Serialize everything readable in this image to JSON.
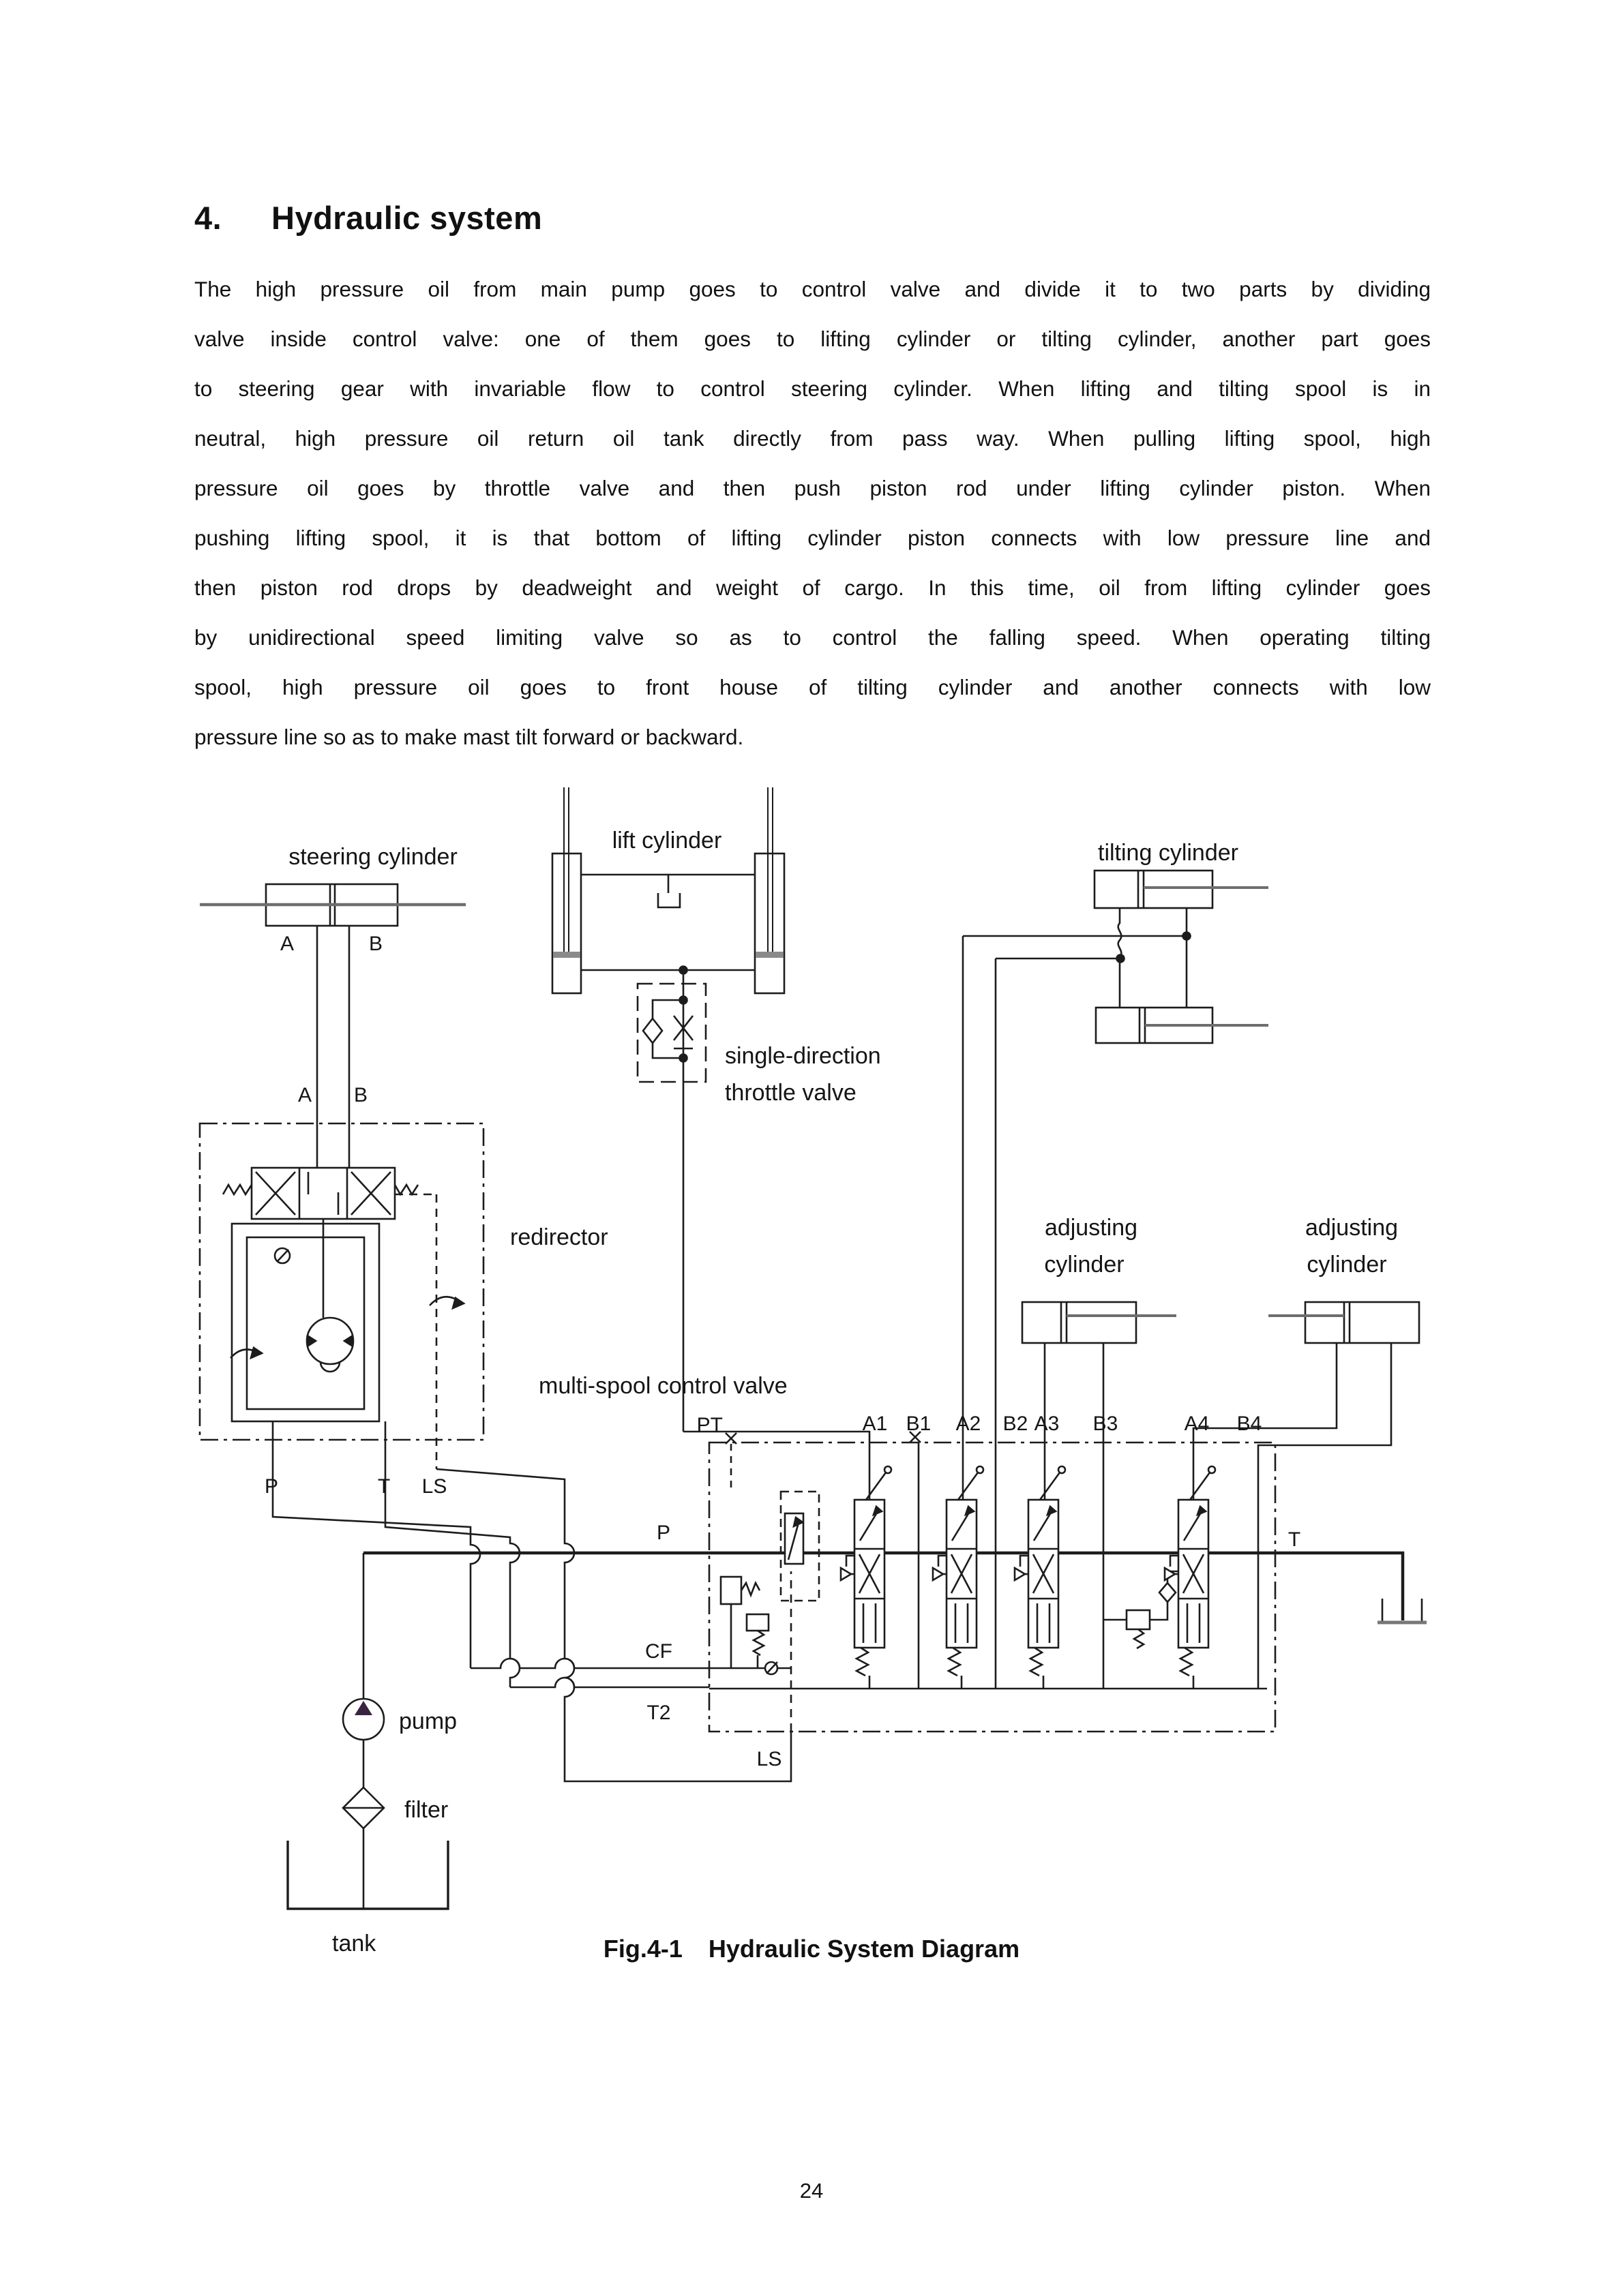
{
  "heading": {
    "number": "4.",
    "title": "Hydraulic system"
  },
  "paragraph_lines": [
    "The high pressure oil from main pump goes to control valve and divide it to two parts by dividing",
    "valve inside control valve: one of them goes to lifting cylinder or tilting cylinder, another part goes",
    "to steering gear with invariable flow to control steering cylinder. When lifting and tilting spool is in",
    "neutral, high pressure oil return oil tank directly from pass way. When pulling lifting spool, high",
    "pressure oil goes by throttle valve and then push piston rod under lifting cylinder piston. When",
    "pushing lifting spool, it is that bottom of lifting cylinder piston connects with low pressure line and",
    "then piston rod drops by deadweight and weight of cargo. In this time, oil from lifting cylinder goes",
    "by unidirectional speed limiting valve so as to control the falling speed. When operating tilting",
    "spool, high pressure oil goes to front house of tilting cylinder and another connects with low",
    "pressure line so as to make mast tilt forward or backward."
  ],
  "figure": {
    "caption_prefix": "Fig.4-1",
    "caption_title": "Hydraulic System Diagram"
  },
  "page": {
    "number": "24"
  },
  "diagram": {
    "labels": {
      "steering_cylinder": "steering cylinder",
      "lift_cylinder": "lift cylinder",
      "tilting_cylinder": "tilting cylinder",
      "throttle_line1": "single-direction",
      "throttle_line2": "throttle valve",
      "redirector": "redirector",
      "adjusting1_line1": "adjusting",
      "adjusting1_line2": "cylinder",
      "adjusting2_line1": "adjusting",
      "adjusting2_line2": "cylinder",
      "multi_spool": "multi-spool control valve",
      "pump": "pump",
      "filter": "filter",
      "tank": "tank"
    },
    "ports": {
      "sc_a": "A",
      "sc_b": "B",
      "rd_a": "A",
      "rd_b": "B",
      "rd_p": "P",
      "rd_t": "T",
      "rd_ls": "LS",
      "pt": "PT",
      "a1": "A1",
      "b1": "B1",
      "a2": "A2",
      "b2": "B2",
      "a3": "A3",
      "b3": "B3",
      "a4": "A4",
      "b4": "B4",
      "v_p": "P",
      "v_cf": "CF",
      "v_t2": "T2",
      "v_ls": "LS",
      "v_t": "T"
    },
    "colors": {
      "line": "#1c1c1c",
      "rod": "#6e6e6e",
      "accent": "#3a2340"
    }
  }
}
